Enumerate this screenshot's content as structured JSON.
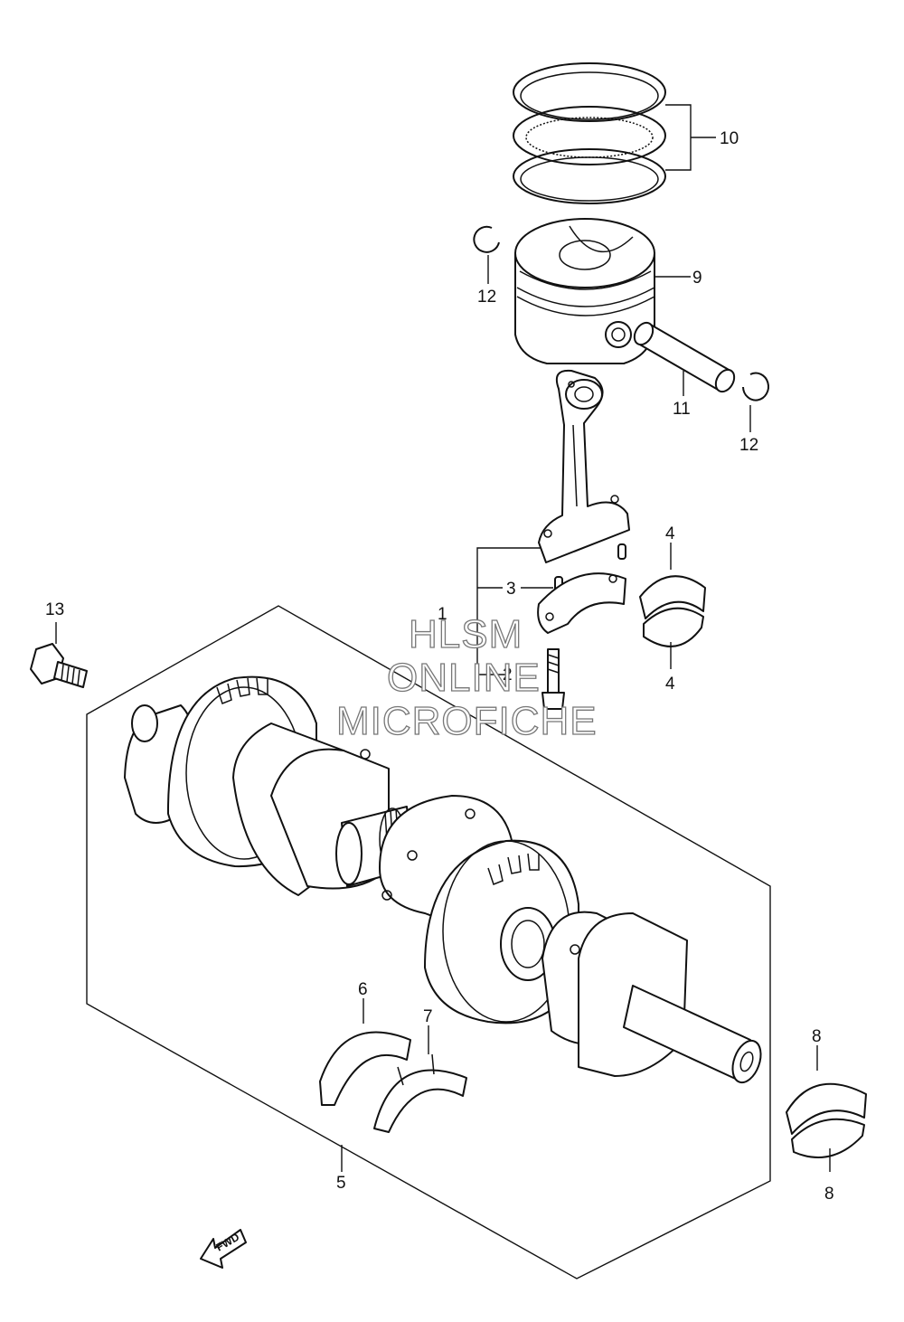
{
  "callouts": [
    {
      "id": "c10",
      "text": "10"
    },
    {
      "id": "c9",
      "text": "9"
    },
    {
      "id": "c12a",
      "text": "12"
    },
    {
      "id": "c11",
      "text": "11"
    },
    {
      "id": "c12b",
      "text": "12"
    },
    {
      "id": "c4a",
      "text": "4"
    },
    {
      "id": "c4b",
      "text": "4"
    },
    {
      "id": "c3",
      "text": "3"
    },
    {
      "id": "c1",
      "text": "1"
    },
    {
      "id": "c2",
      "text": "2"
    },
    {
      "id": "c13",
      "text": "13"
    },
    {
      "id": "c6",
      "text": "6"
    },
    {
      "id": "c7",
      "text": "7"
    },
    {
      "id": "c8a",
      "text": "8"
    },
    {
      "id": "c8b",
      "text": "8"
    },
    {
      "id": "c5",
      "text": "5"
    }
  ],
  "watermark": {
    "line1": "HLSM",
    "line2": "ONLINE",
    "line3": "MICROFICHE"
  },
  "fwd_arrow": {
    "label": "FWD",
    "icon": "forward-arrow-icon"
  }
}
